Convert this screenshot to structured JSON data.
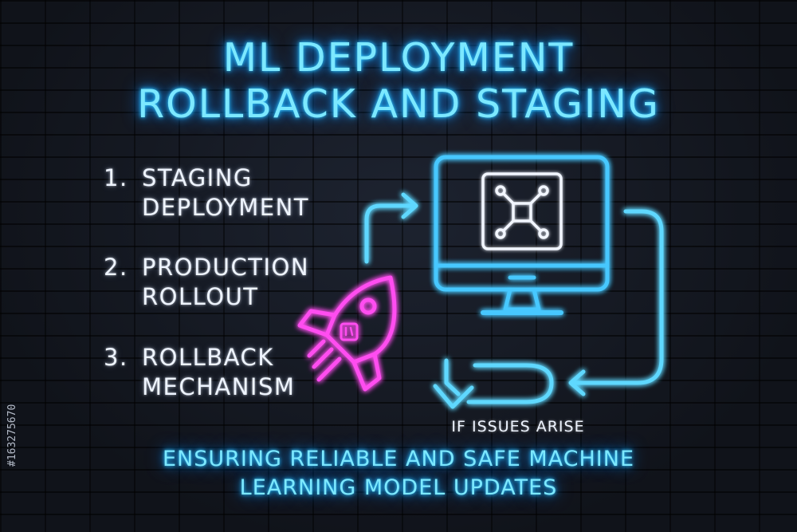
{
  "title": {
    "line1": "ML DEPLOYMENT",
    "line2": "ROLLBACK AND STAGING"
  },
  "steps": [
    {
      "number": "1.",
      "line1": "STAGING",
      "line2": "DEPLOYMENT"
    },
    {
      "number": "2.",
      "line1": "PRODUCTION",
      "line2": "ROLLOUT"
    },
    {
      "number": "3.",
      "line1": "ROLLBACK",
      "line2": "MECHANISM"
    }
  ],
  "diagram": {
    "issues_label": "IF ISSUES ARISE",
    "icons": [
      "rocket-icon",
      "monitor-icon",
      "network-node-icon",
      "rollback-arrow-icon"
    ]
  },
  "footer": {
    "line1": "ENSURING RELIABLE AND SAFE MACHINE",
    "line2": "LEARNING MODEL UPDATES"
  },
  "stock_id": "#163275670",
  "colors": {
    "neon_cyan": "#2fc7ff",
    "neon_magenta": "#ff4df0",
    "text_white": "#eef4ff",
    "background": "#141821"
  }
}
